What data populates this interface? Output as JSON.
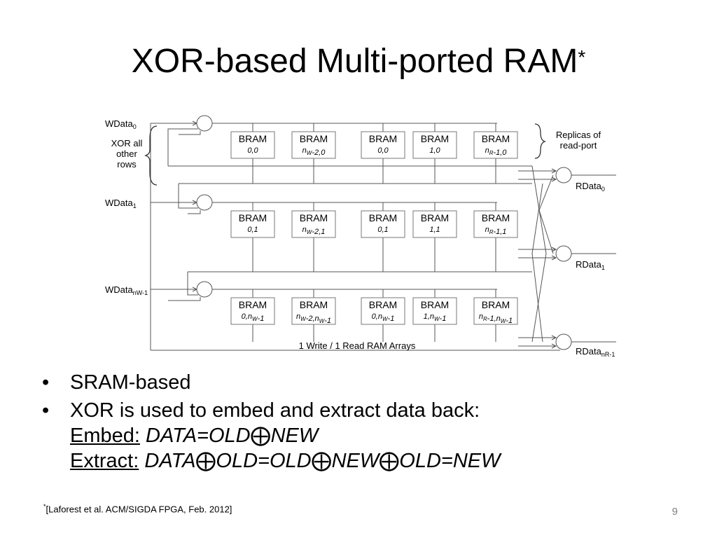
{
  "slide": {
    "title": "XOR-based Multi-ported RAM",
    "title_mark": "*",
    "page_number": "9"
  },
  "diagram": {
    "bram_label": "BRAM",
    "rows": [
      {
        "cells": [
          {
            "line1": "0,0"
          },
          {
            "pre": "n",
            "sub": "W",
            "post": "-2,0"
          },
          {
            "line1": "0,0"
          },
          {
            "line1": "1,0"
          },
          {
            "pre": "n",
            "sub": "R",
            "post": "-1,0"
          }
        ]
      },
      {
        "cells": [
          {
            "line1": "0,1"
          },
          {
            "pre": "n",
            "sub": "W",
            "post": "-2,1"
          },
          {
            "line1": "0,1"
          },
          {
            "line1": "1,1"
          },
          {
            "pre": "n",
            "sub": "R",
            "post": "-1,1"
          }
        ]
      },
      {
        "cells": [
          {
            "pre": "0,n",
            "sub": "W",
            "post": "-1"
          },
          {
            "pre": "n",
            "sub": "W",
            "mid": "-2,n",
            "sub2": "W",
            "post": "-1"
          },
          {
            "pre": "0,n",
            "sub": "W",
            "post": "-1"
          },
          {
            "pre": "1,n",
            "sub": "W",
            "post": "-1"
          },
          {
            "pre": "n",
            "sub": "R",
            "mid": "-1,n",
            "sub2": "W",
            "post": "-1"
          }
        ]
      }
    ],
    "write_inputs": [
      {
        "base": "WData",
        "sub": "0"
      },
      {
        "base": "WData",
        "sub": "1"
      },
      {
        "base": "WData",
        "sub": "nW-1"
      }
    ],
    "read_outputs": [
      {
        "base": "RData",
        "sub": "0"
      },
      {
        "base": "RData",
        "sub": "1"
      },
      {
        "base": "RData",
        "sub": "nR-1"
      }
    ],
    "xor_note_lines": [
      "XOR all",
      "other",
      "rows"
    ],
    "replicas_lines": [
      "Replicas of",
      "read-port"
    ],
    "caption": "1 Write / 1 Read RAM Arrays"
  },
  "bullets": {
    "b1": "SRAM-based",
    "b2": "XOR is used to embed and extract data back:",
    "embed_label": "Embed:",
    "embed_expr": "DATA=OLD⨁NEW",
    "extract_label": "Extract:",
    "extract_expr": "DATA⨁OLD=OLD⨁NEW⨁OLD=NEW"
  },
  "footnote": {
    "mark": "*",
    "text": "[Laforest et al. ACM/SIGDA FPGA, Feb. 2012]"
  }
}
